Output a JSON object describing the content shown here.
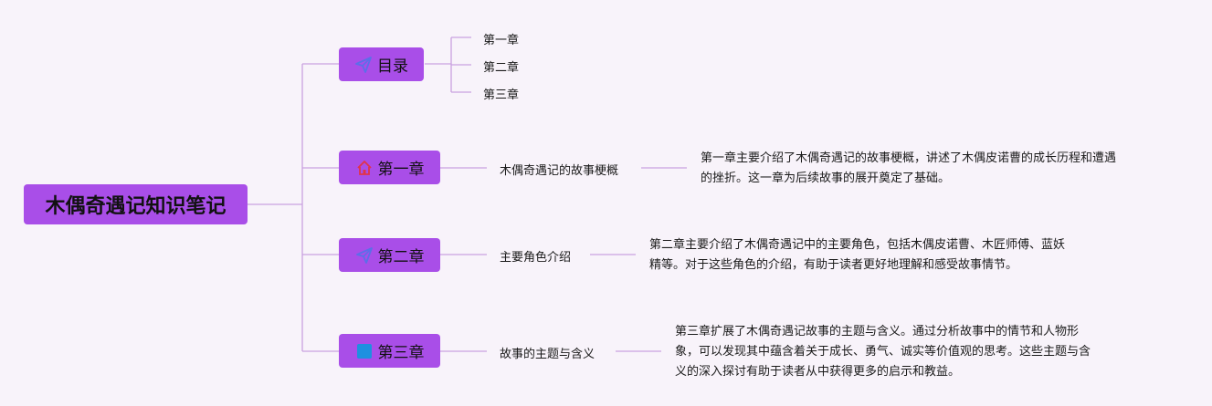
{
  "root": {
    "label": "木偶奇遇记知识笔记"
  },
  "branches": [
    {
      "label": "目录",
      "icon": "paper-plane-icon",
      "children": [
        "第一章",
        "第二章",
        "第三章"
      ]
    },
    {
      "label": "第一章",
      "icon": "home-icon",
      "topic": "木偶奇遇记的故事梗概",
      "desc_lines": [
        "第一章主要介绍了木偶奇遇记的故事梗概，讲述了木偶皮诺曹的成长历程和遭遇",
        "的挫折。这一章为后续故事的展开奠定了基础。"
      ]
    },
    {
      "label": "第二章",
      "icon": "paper-plane-icon",
      "topic": "主要角色介绍",
      "desc_lines": [
        "第二章主要介绍了木偶奇遇记中的主要角色，包括木偶皮诺曹、木匠师傅、蓝妖",
        "精等。对于这些角色的介绍，有助于读者更好地理解和感受故事情节。"
      ]
    },
    {
      "label": "第三章",
      "icon": "blue-square-icon",
      "topic": "故事的主题与含义",
      "desc_lines": [
        "第三章扩展了木偶奇遇记故事的主题与含义。通过分析故事中的情节和人物形",
        "象，可以发现其中蕴含着关于成长、勇气、诚实等价值观的思考。这些主题与含",
        "义的深入探讨有助于读者从中获得更多的启示和教益。"
      ]
    }
  ],
  "colors": {
    "background": "#f8f3fa",
    "node": "#a94ee8",
    "connector": "#c9a2e0",
    "plane_icon": "#5b6fe8",
    "home_icon": "#e0344a",
    "square_icon": "#1e90e0"
  }
}
